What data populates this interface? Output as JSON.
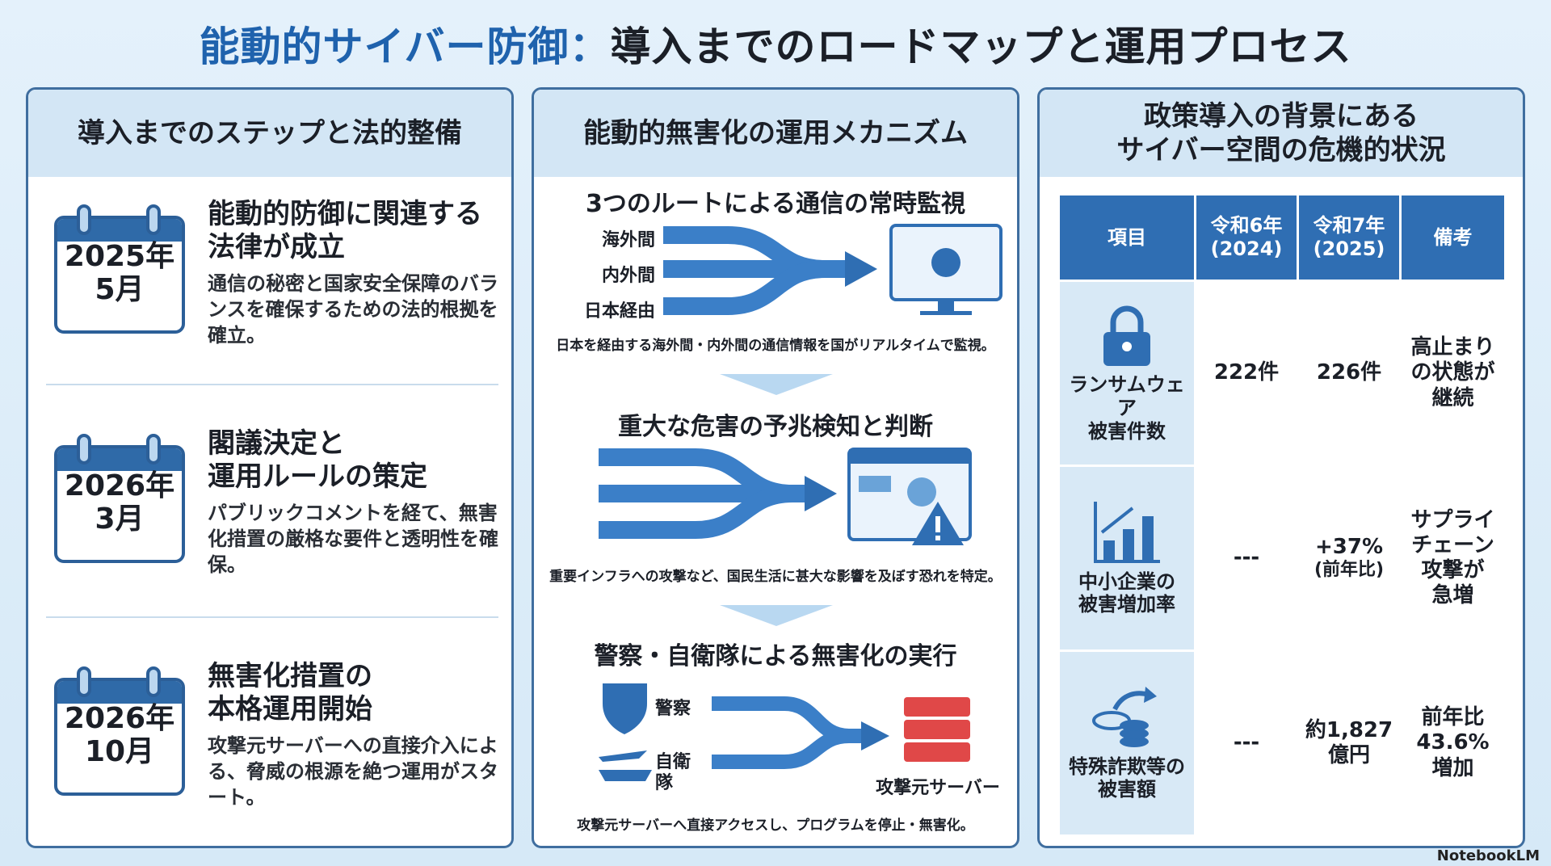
{
  "title": {
    "accent": "能動的サイバー防御：",
    "rest": "導入までのロードマップと運用プロセス"
  },
  "left": {
    "heading": "導入までのステップと法的整備",
    "steps": [
      {
        "date": "2025年\n5月",
        "title": "能動的防御に関連する\n法律が成立",
        "desc": "通信の秘密と国家安全保障のバランスを確保するための法的根拠を確立。"
      },
      {
        "date": "2026年\n3月",
        "title": "閣議決定と\n運用ルールの策定",
        "desc": "パブリックコメントを経て、無害化措置の厳格な要件と透明性を確保。"
      },
      {
        "date": "2026年\n10月",
        "title": "無害化措置の\n本格運用開始",
        "desc": "攻撃元サーバーへの直接介入による、脅威の根源を絶つ運用がスタート。"
      }
    ]
  },
  "middle": {
    "heading": "能動的無害化の運用メカニズム",
    "s1": {
      "title": "3つのルートによる通信の常時監視",
      "routes": [
        "海外間",
        "内外間",
        "日本経由"
      ],
      "caption": "日本を経由する海外間・内外間の通信情報を国がリアルタイムで監視。"
    },
    "s2": {
      "title": "重大な危害の予兆検知と判断",
      "caption": "重要インフラへの攻撃など、国民生活に甚大な影響を及ぼす恐れを特定。"
    },
    "s3": {
      "title": "警察・自衛隊による無害化の実行",
      "police": "警察",
      "sdf": "自衛\n隊",
      "server": "攻撃元サーバー",
      "caption": "攻撃元サーバーへ直接アクセスし、プログラムを停止・無害化。"
    }
  },
  "right": {
    "heading": "政策導入の背景にある\nサイバー空間の危機的状況",
    "columns": [
      "項目",
      "令和6年\n(2024)",
      "令和7年\n(2025)",
      "備考"
    ],
    "rows": [
      {
        "icon": "lock-icon",
        "item": "ランサムウェア\n被害件数",
        "y2024": "222件",
        "y2025": "226件",
        "y2025_sub": "",
        "note": "高止まり\nの状態が\n継続"
      },
      {
        "icon": "bar-chart-icon",
        "item": "中小企業の\n被害増加率",
        "y2024": "---",
        "y2025": "+37%",
        "y2025_sub": "(前年比)",
        "note": "サプライ\nチェーン\n攻撃が\n急増"
      },
      {
        "icon": "coins-icon",
        "item": "特殊詐欺等の\n被害額",
        "y2024": "---",
        "y2025": "約1,827",
        "y2025_sub": "億円",
        "note": "前年比\n43.6%\n増加"
      }
    ]
  },
  "brand": "NotebookLM",
  "colors": {
    "accent": "#1f62ad",
    "header_bg": "#d3e6f5",
    "table_head": "#2f6eb3",
    "server": "#e04848"
  }
}
